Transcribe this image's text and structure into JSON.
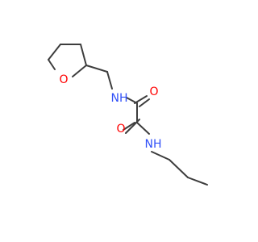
{
  "molecule": {
    "atoms": {
      "ring_oxygen": {
        "label": "O"
      },
      "amide_nh_left": {
        "label": "NH"
      },
      "carbonyl_o_top": {
        "label": "O"
      },
      "carbonyl_o_bottom": {
        "label": "O"
      },
      "amide_nh_right": {
        "label": "NH"
      }
    },
    "colors": {
      "bond": "#3d3d3d",
      "oxygen": "#ff0000",
      "nitrogen": "#3050f8"
    }
  }
}
